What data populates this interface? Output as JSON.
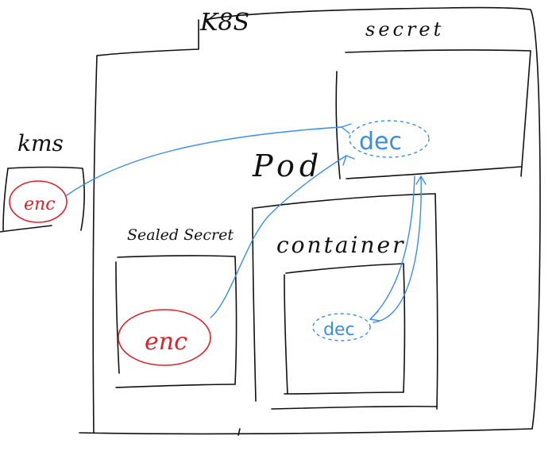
{
  "labels": {
    "k8s": "K8S",
    "secret": "secret",
    "kms": "kms",
    "kms_enc": "enc",
    "pod": "Pod",
    "sealed_secret": "Sealed Secret",
    "sealed_enc": "enc",
    "container": "container",
    "secret_dec": "dec",
    "container_dec": "dec"
  },
  "colors": {
    "ink": "#111111",
    "encrypted": "#e0202a",
    "decrypted": "#3a8ee6"
  }
}
